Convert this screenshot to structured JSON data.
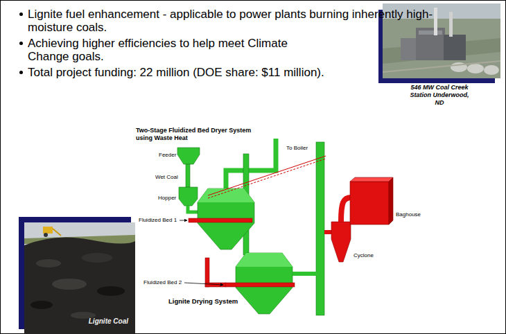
{
  "diagram": {
    "nodes": [
      {
        "text": [
          "546 MW Coal Creek Station Underwood, ND"
        ]
      },
      {
        "text": [
          "Lignite Coal"
        ]
      }
    ],
    "labels": [
      "Lignite fuel enhancement - applicable to power plants burning inherently high-moisture coals.",
      "Achieving higher efficiencies to help meet Climate Change goals.",
      "Total project funding: 22 million (DOE share: $11 million).",
      "Two-Stage Fluidized Bed Dryer System using Waste Heat",
      "To Boiler",
      "Feeder",
      "Wet Coal",
      "Hopper",
      "Baghouse",
      "Fluidized Bed 1",
      "Cyclone",
      "Fluidized Bed 2",
      "Lignite Drying System"
    ]
  }
}
